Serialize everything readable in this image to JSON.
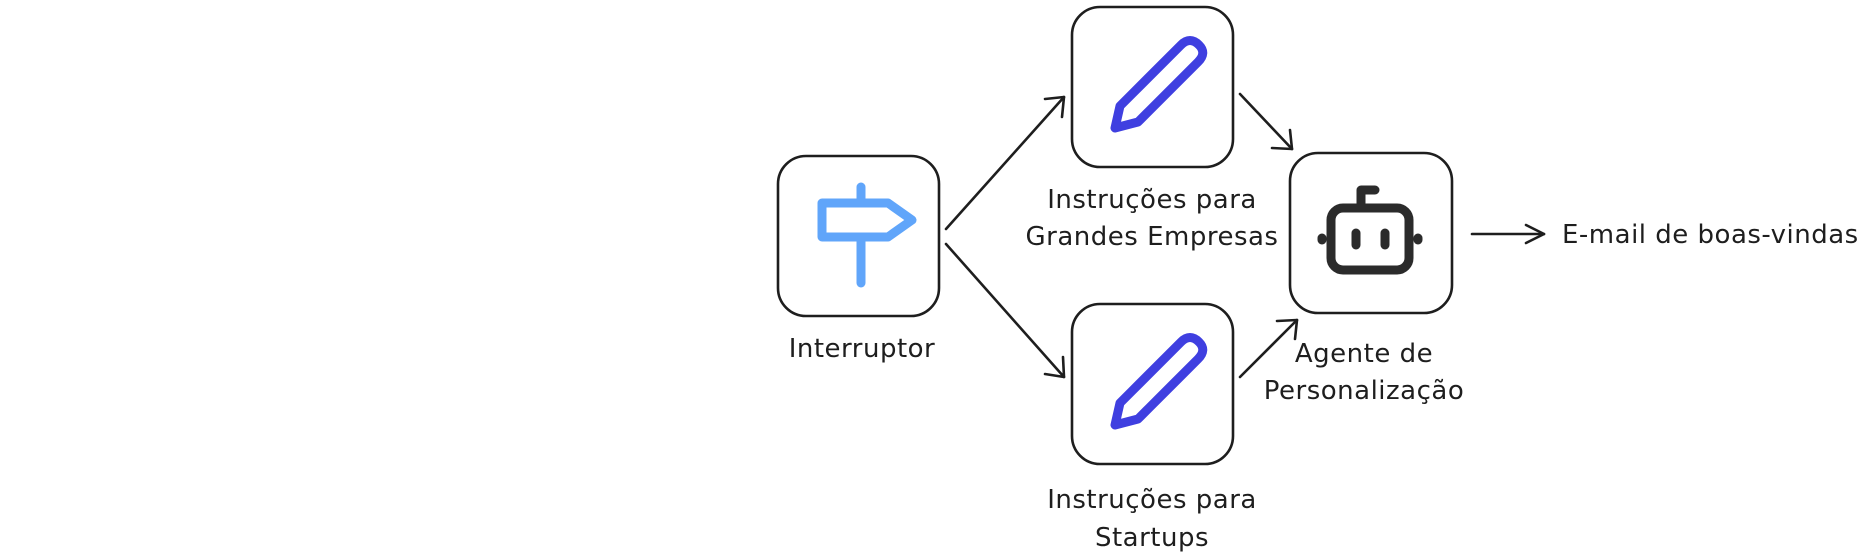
{
  "nodes": {
    "switch": {
      "label": "Interruptor",
      "icon": "signpost-icon",
      "icon_color": "#60a5fa"
    },
    "enterprise_instructions": {
      "label_line1": "Instruções para",
      "label_line2": "Grandes Empresas",
      "icon": "pencil-icon",
      "icon_color": "#3f3fe0"
    },
    "startup_instructions": {
      "label_line1": "Instruções para",
      "label_line2": "Startups",
      "icon": "pencil-icon",
      "icon_color": "#3f3fe0"
    },
    "personalization_agent": {
      "label_line1": "Agente de",
      "label_line2": "Personalização",
      "icon": "robot-icon",
      "icon_color": "#2b2b2b"
    }
  },
  "output": {
    "label": "E-mail de boas-vindas"
  },
  "colors": {
    "stroke": "#1e1e1e",
    "background": "#ffffff"
  }
}
